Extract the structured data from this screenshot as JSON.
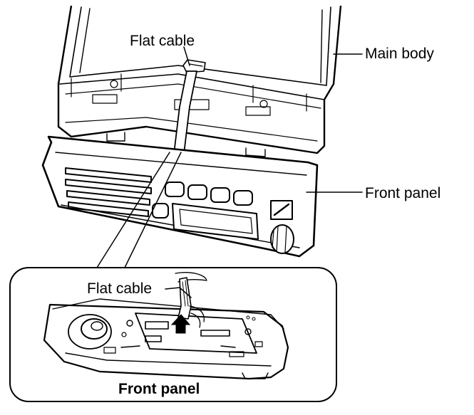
{
  "labels": {
    "flat_cable_top": "Flat cable",
    "main_body": "Main body",
    "front_panel_side": "Front panel",
    "flat_cable_inset": "Flat cable",
    "front_panel_caption": "Front panel"
  },
  "colors": {
    "line": "#000000",
    "background": "#ffffff",
    "shade": "#d0d0d0"
  }
}
